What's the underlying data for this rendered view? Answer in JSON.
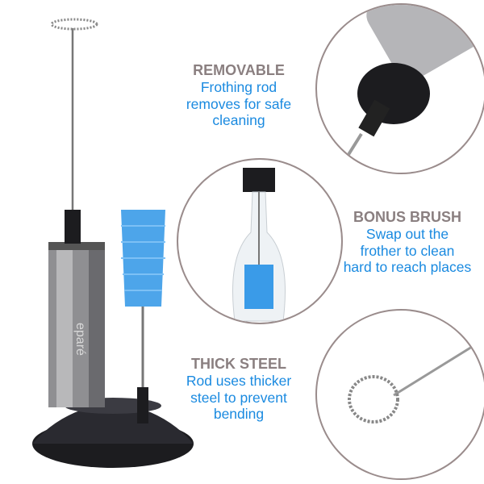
{
  "features": [
    {
      "title": "REMOVABLE",
      "lines": [
        "Frothing rod",
        "removes for safe",
        "cleaning"
      ]
    },
    {
      "title": "BONUS BRUSH",
      "lines": [
        "Swap out the",
        "frother to clean",
        "hard to reach places"
      ]
    },
    {
      "title": "THICK STEEL",
      "lines": [
        "Rod uses thicker",
        "steel to prevent",
        "bending"
      ]
    }
  ],
  "product": {
    "brand": "eparé"
  },
  "colors": {
    "heading": "#8a7f80",
    "text": "#1a8ae0",
    "circle": "#9a8c8c",
    "brush": "#3a9be8"
  }
}
